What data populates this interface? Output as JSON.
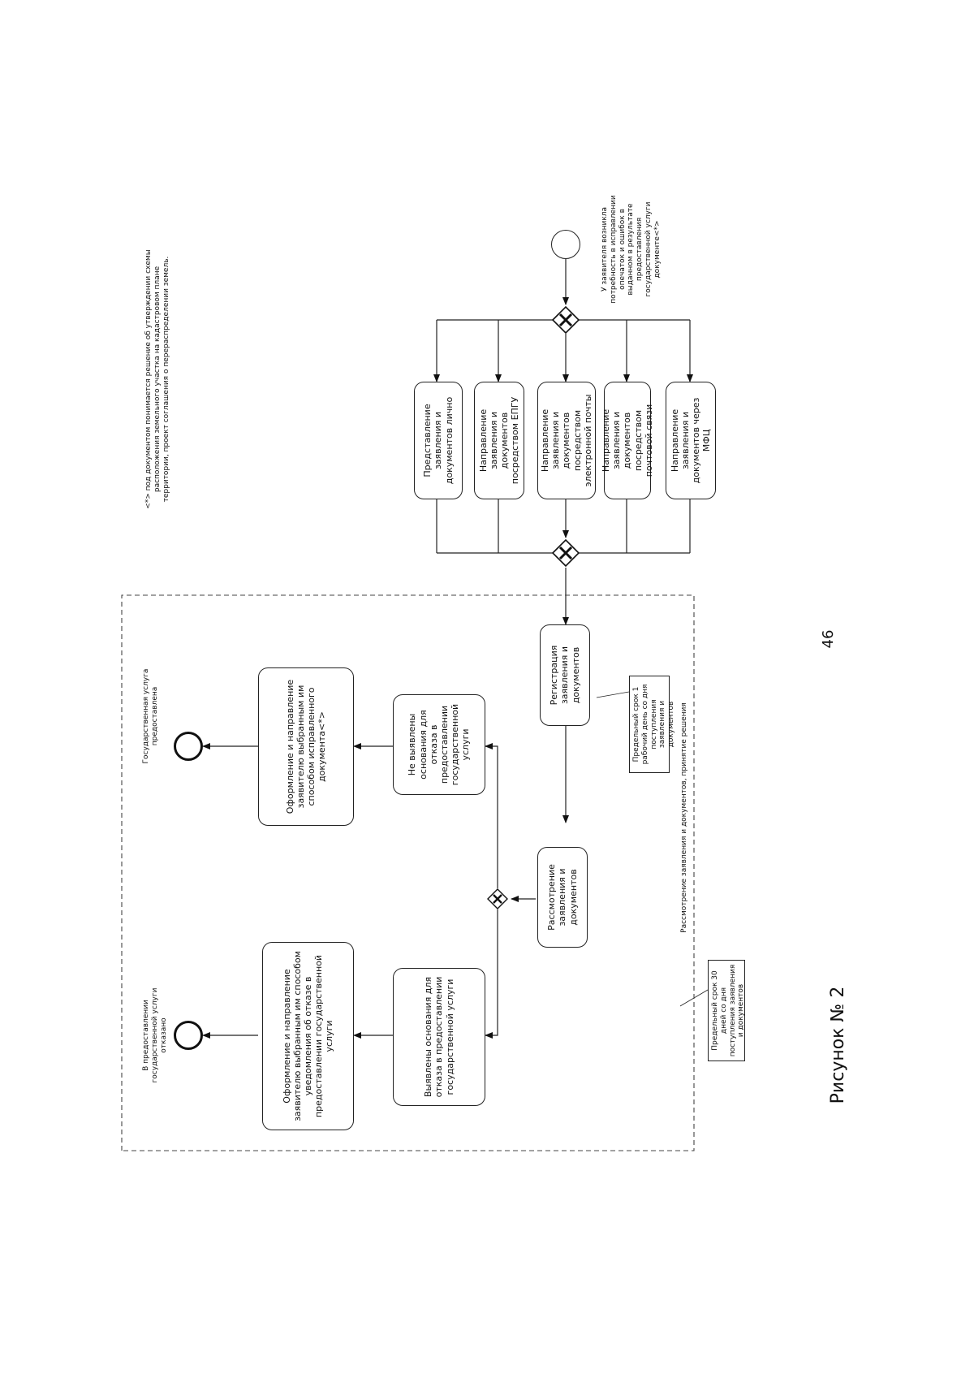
{
  "page_number": "46",
  "figure_title": "Рисунок № 2",
  "start_note": "У заявителя возникла потребность в исправлении опечаток и ошибок в выданном в результате предоставления государственной услуги документе<*>",
  "channels": [
    "Направление заявления и документов через МФЦ",
    "Направление заявления и документов посредством почтовой связи",
    "Направление заявления и документов посредством электронной почты",
    "Направление заявления и документов посредством ЕПГУ",
    "Представление заявления и документов лично"
  ],
  "registration": "Регистрация заявления и документов",
  "registration_note": "Предельный срок 1 рабочий день со дня поступления заявления и документов",
  "review_title": "Рассмотрение заявления и документов, принятие решения",
  "review_note": "Предельный срок 30 дней со дня поступления заявления и документов",
  "review": "Рассмотрение заявления и документов",
  "no_grounds": "Не выявлены основания для отказа в предоставлении государственной услуги",
  "grounds": "Выявлены основания для отказа в предоставлении государственной услуги",
  "issue_correct": "Оформление и направление заявителю выбранным им способом исправленного документа<*>",
  "issue_refusal": "Оформление и направление заявителю выбранным им способом уведомления об отказе в предоставлении государственной услуги",
  "end_success": "Государственная услуга предоставлена",
  "end_refusal": "В предоставлении государственной услуги отказано",
  "footnote": "<*> под документом понимается решение об утверждении схемы расположения земельного участка на кадастровом плане территории, проект соглашения о перераспределении земель."
}
